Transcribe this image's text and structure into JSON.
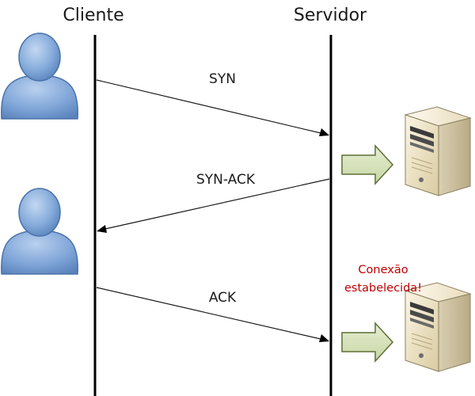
{
  "labels": {
    "client": "Cliente",
    "server": "Servidor"
  },
  "messages": [
    {
      "label": "SYN",
      "direction": "client-to-server"
    },
    {
      "label": "SYN-ACK",
      "direction": "server-to-client"
    },
    {
      "label": "ACK",
      "direction": "client-to-server"
    }
  ],
  "status": {
    "line1": "Conexão",
    "line2": "estabelecida!"
  },
  "colors": {
    "status_text": "#c00000",
    "user_icon": "#7ea6d8",
    "arrow_fill": "#d8e4bc",
    "arrow_stroke": "#4f6228",
    "server_body": "#ede3c6"
  },
  "icons": [
    "user-icon",
    "user-icon",
    "server-icon",
    "server-icon",
    "block-arrow-icon",
    "block-arrow-icon"
  ]
}
